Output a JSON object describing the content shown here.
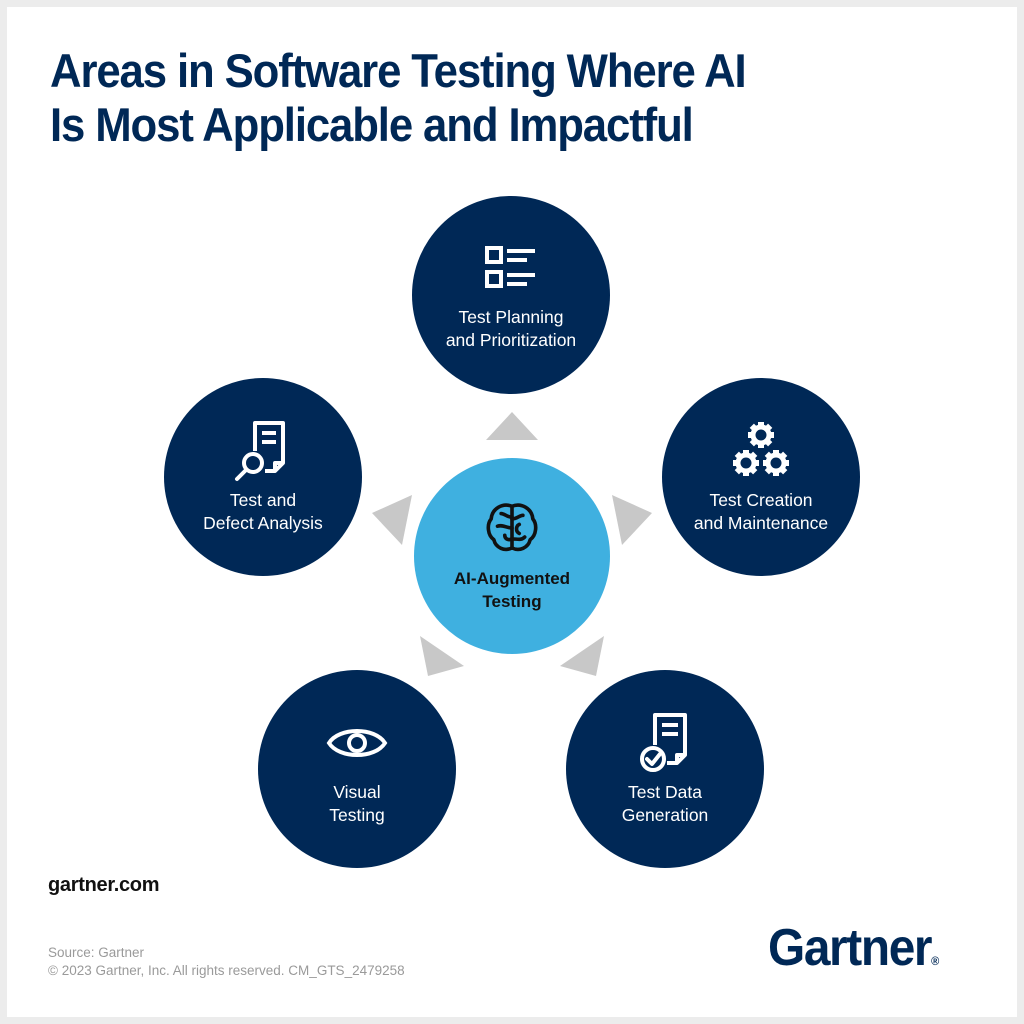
{
  "title": {
    "line1": "Areas in Software Testing Where AI",
    "line2": "Is Most Applicable and Impactful"
  },
  "colors": {
    "navy": "#002856",
    "center_blue": "#3fb0e0",
    "arrow_gray": "#c8c8c8",
    "text_gray": "#9a9a9a"
  },
  "center": {
    "icon": "brain-icon",
    "line1": "AI-Augmented",
    "line2": "Testing"
  },
  "nodes": [
    {
      "id": "test-planning",
      "icon": "checklist-icon",
      "line1": "Test Planning",
      "line2": "and Prioritization"
    },
    {
      "id": "test-creation",
      "icon": "gears-icon",
      "line1": "Test Creation",
      "line2": "and Maintenance"
    },
    {
      "id": "test-data",
      "icon": "document-check-icon",
      "line1": "Test Data",
      "line2": "Generation"
    },
    {
      "id": "visual-testing",
      "icon": "eye-icon",
      "line1": "Visual",
      "line2": "Testing"
    },
    {
      "id": "defect-analysis",
      "icon": "document-search-icon",
      "line1": "Test and",
      "line2": "Defect Analysis"
    }
  ],
  "footer": {
    "url": "gartner.com",
    "source": "Source: Gartner",
    "copyright": "© 2023 Gartner, Inc. All rights reserved. CM_GTS_2479258",
    "logo": "Gartner",
    "logo_mark": "®"
  }
}
